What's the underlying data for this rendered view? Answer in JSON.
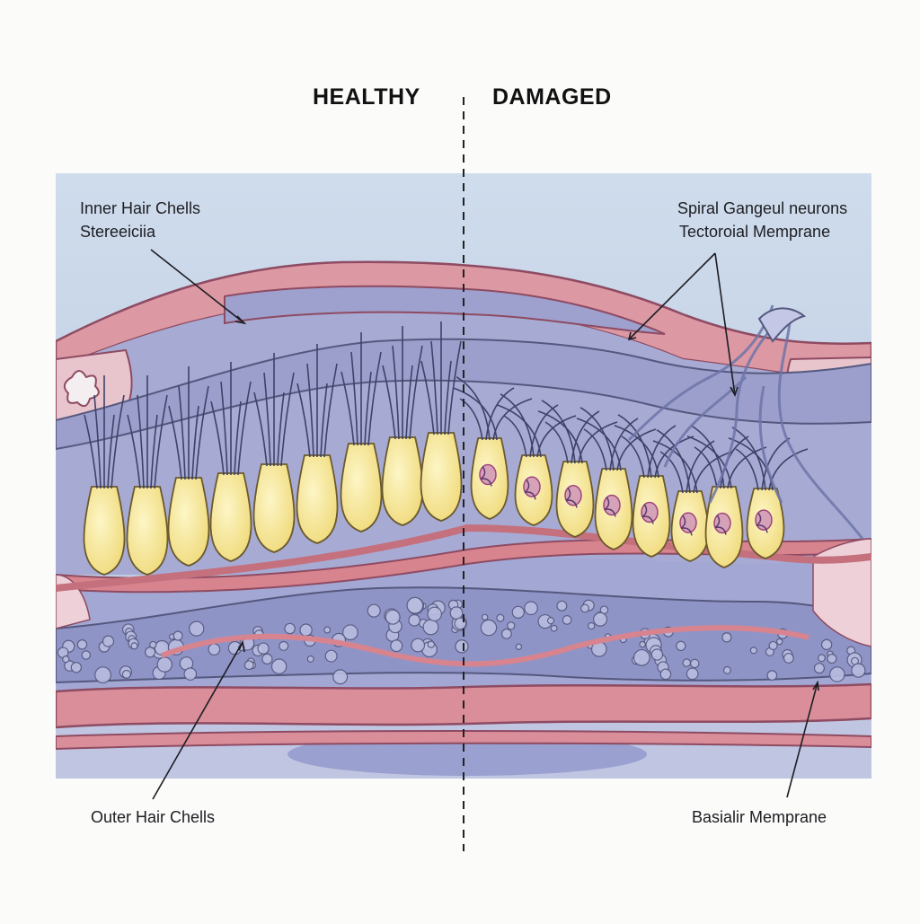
{
  "headings": {
    "left": "HEALTHY",
    "right": "DAMAGED"
  },
  "labels": {
    "inner_hair_cells": "Inner Hair Chells",
    "stereocilia": "Stereeiciia",
    "spiral_ganglion": "Spiral Gangeul neurons",
    "tectorial_membrane": "Tectoroial Memprane",
    "outer_hair_cells": "Outer Hair Chells",
    "basilar_membrane": "Basialir Memprane"
  },
  "colors": {
    "background": "#fbfbfa",
    "fluid": "#c9d8ea",
    "tissue": "#a9acd2",
    "membrane": "#d98e9a",
    "hair_cell": "#f5e58f",
    "stereocilia": "#3e4268",
    "damage": "#a0447a"
  }
}
